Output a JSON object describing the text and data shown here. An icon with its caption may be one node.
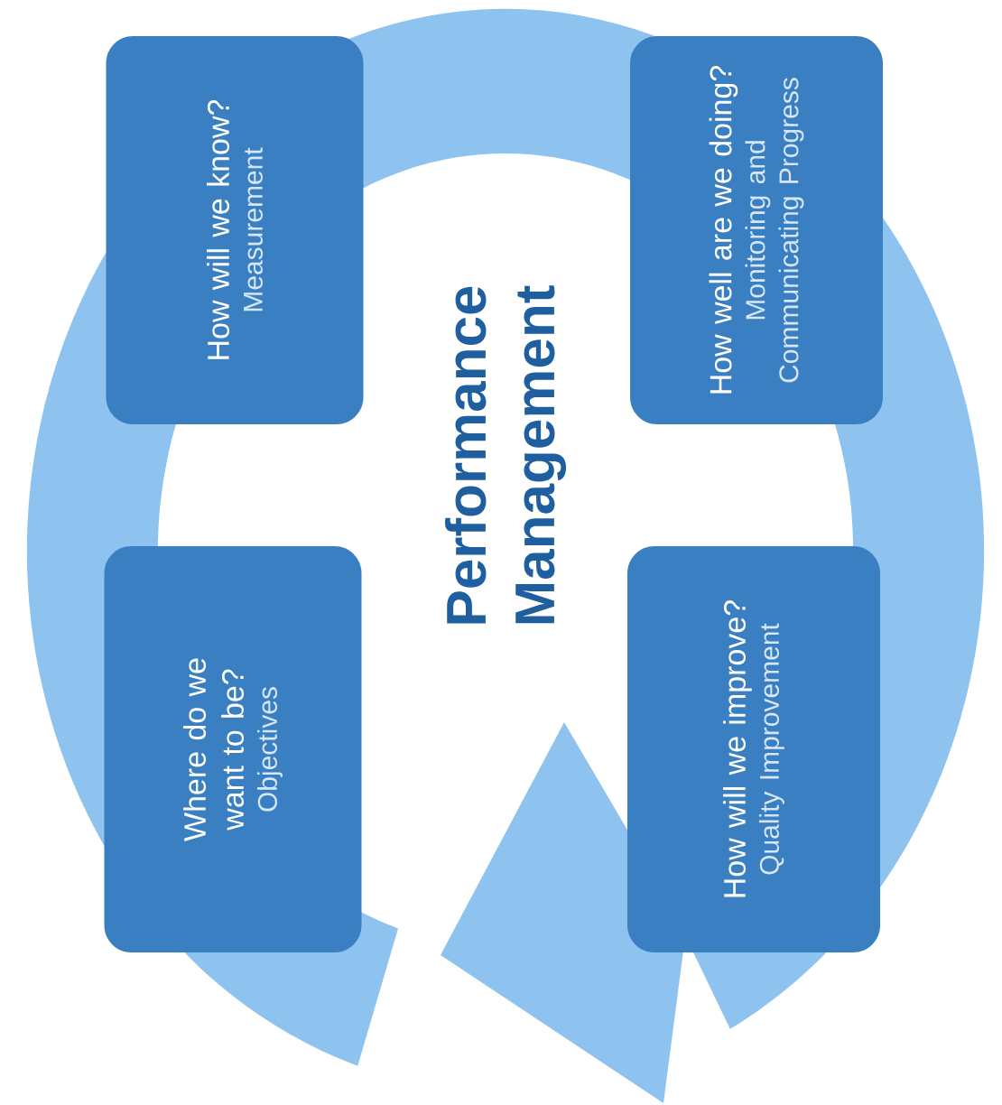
{
  "diagram": {
    "title": "Performance Management",
    "nodes": [
      {
        "text": [
          "Where do we want to be?",
          "Objectives"
        ]
      },
      {
        "text": [
          "How will we know?",
          "Measurement"
        ]
      },
      {
        "text": [
          "How well are we doing?",
          "Monitoring and Communicating Progress"
        ]
      },
      {
        "text": [
          "How will we improve?",
          "Quality Improvement"
        ]
      }
    ]
  }
}
